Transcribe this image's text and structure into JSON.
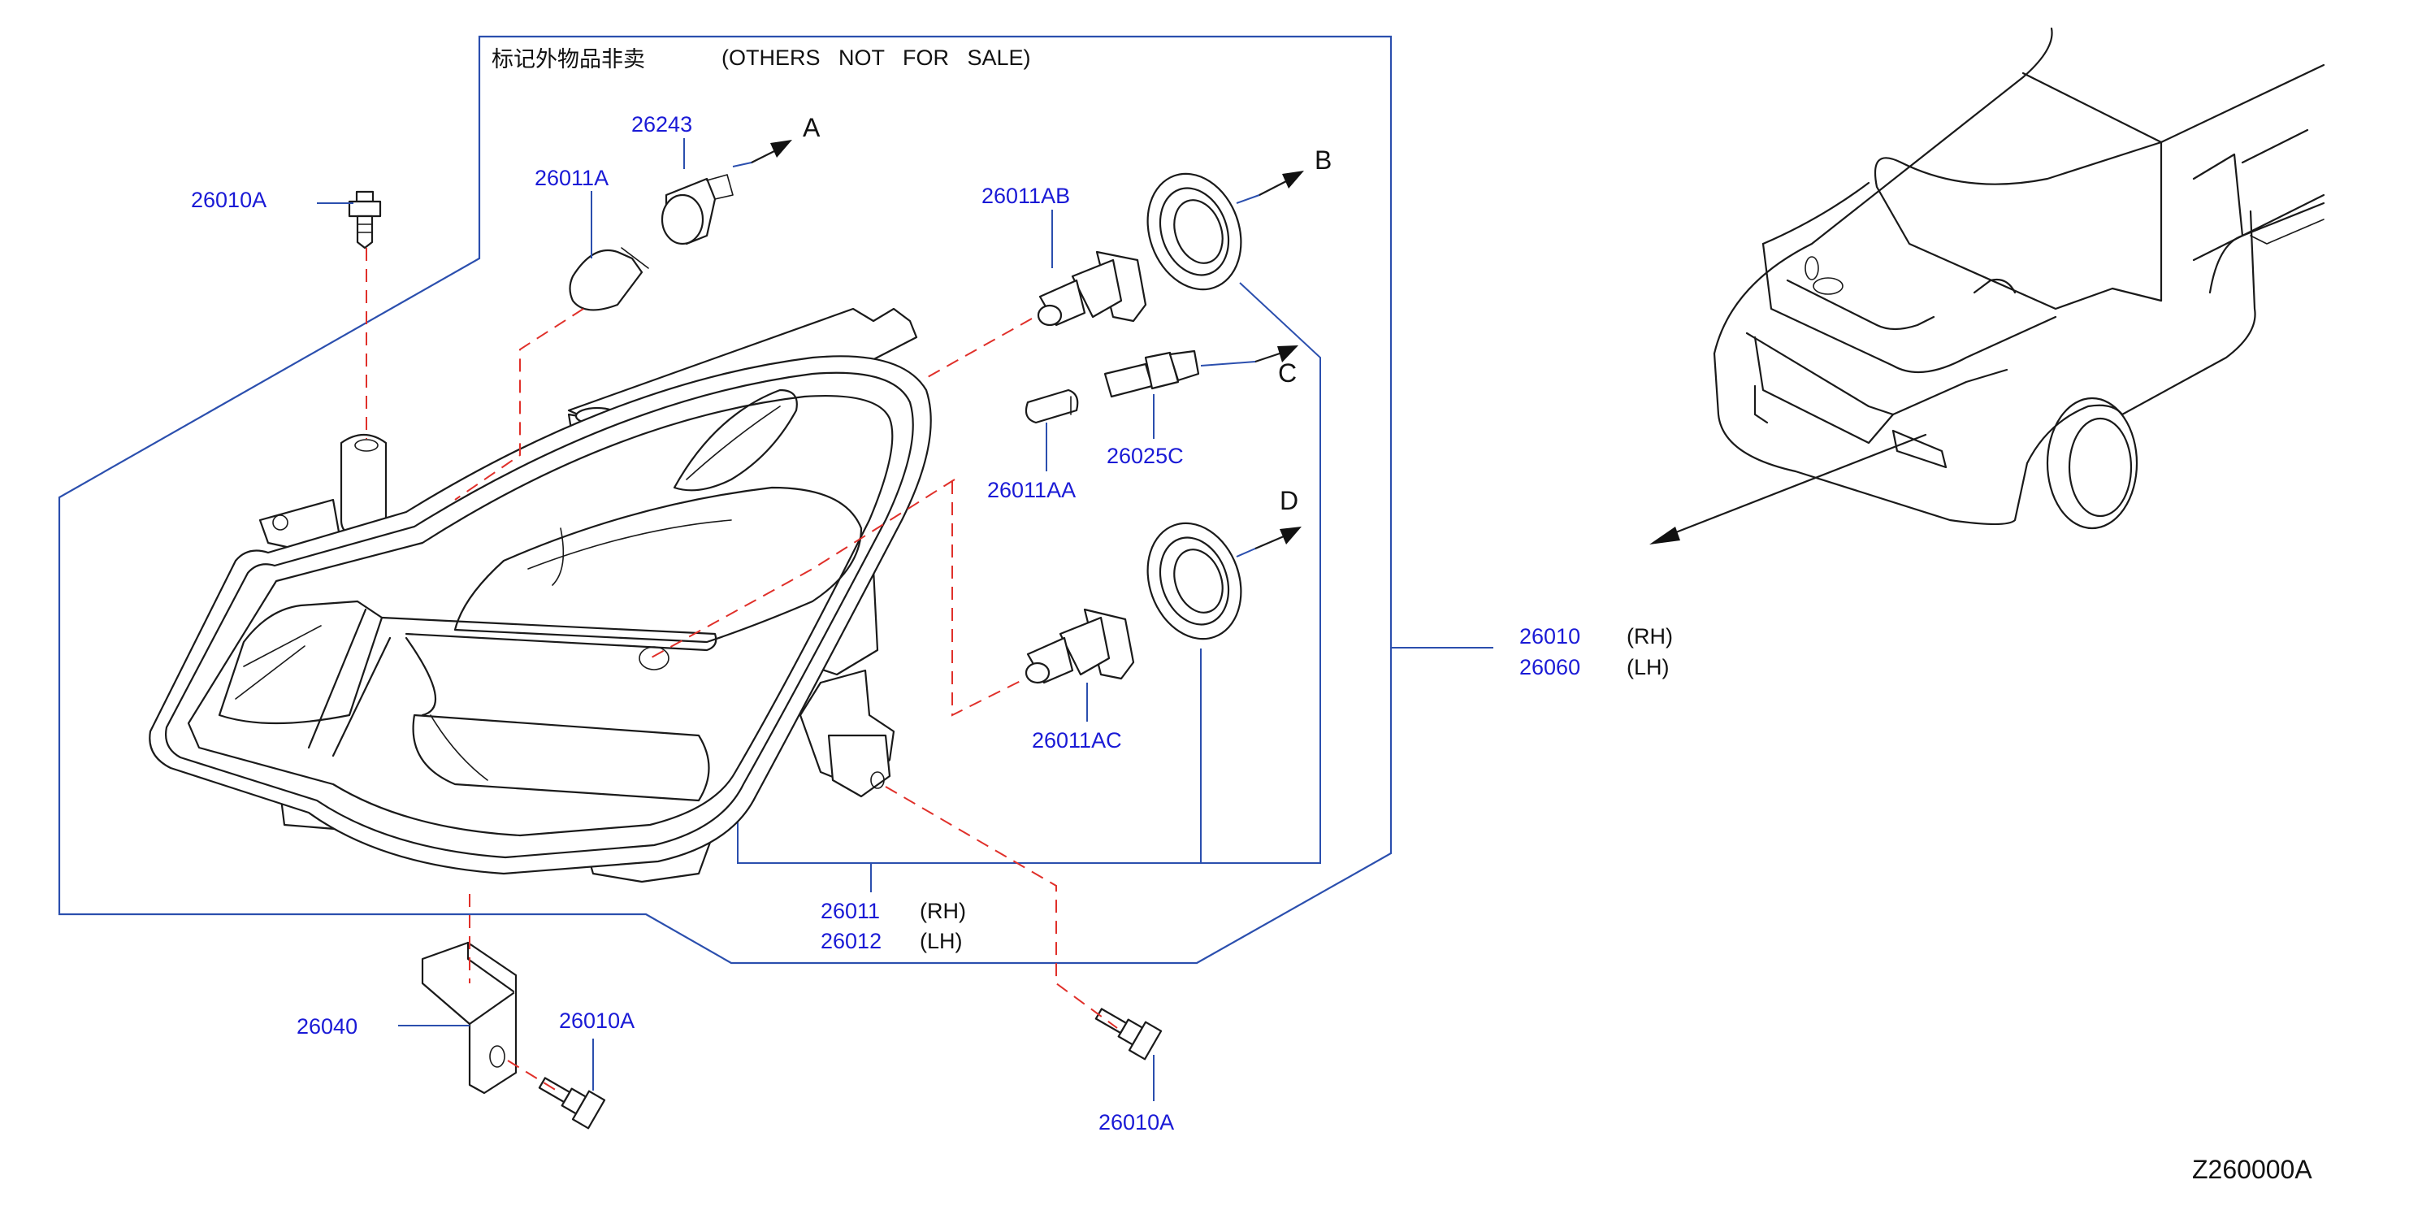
{
  "header": {
    "note_cn": "标记外物品非卖",
    "note_en": "(OTHERS   NOT   FOR   SALE)"
  },
  "parts": {
    "bolt_top": "26010A",
    "bulb_a": "26011A",
    "socket_a": "26243",
    "bulb_ab": "26011AB",
    "bulb_aa": "26011AA",
    "socket_c": "26025C",
    "bulb_ac": "26011AC",
    "bracket": "26040",
    "bolt_bracket": "26010A",
    "bolt_bottom": "26010A"
  },
  "assembly_lamp": {
    "rh_number": "26010",
    "rh_side": "(RH)",
    "lh_number": "26060",
    "lh_side": "(LH)"
  },
  "assembly_housing": {
    "rh_number": "26011",
    "rh_side": "(RH)",
    "lh_number": "26012",
    "lh_side": "(LH)"
  },
  "view_arrows": [
    "A",
    "B",
    "C",
    "D"
  ],
  "diagram_code": "Z260000A",
  "colors": {
    "part_number": "#1a1ad6",
    "leader_line": "#2b4fae",
    "dashed_line": "#e0302a",
    "drawing": "#1a1a1a"
  }
}
